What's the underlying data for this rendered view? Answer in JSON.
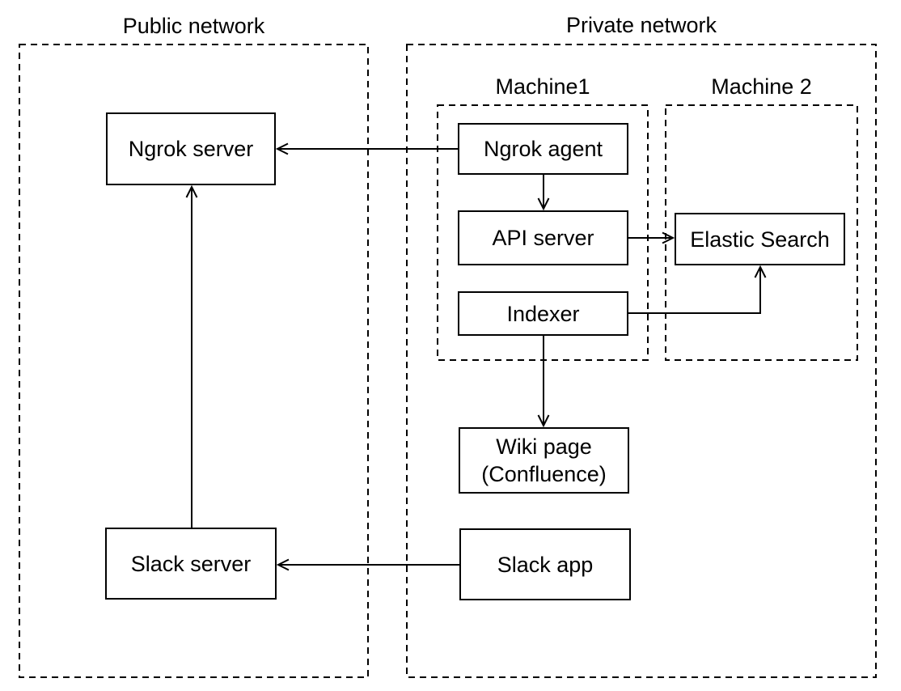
{
  "diagram": {
    "background_color": "#ffffff",
    "line_color": "#000000",
    "groups": {
      "public_network": {
        "label": "Public network"
      },
      "private_network": {
        "label": "Private network"
      },
      "machine1": {
        "label": "Machine1"
      },
      "machine2": {
        "label": "Machine 2"
      }
    },
    "nodes": {
      "ngrok_server": {
        "label": "Ngrok server",
        "group": "Public network"
      },
      "slack_server": {
        "label": "Slack server",
        "group": "Public network"
      },
      "ngrok_agent": {
        "label": "Ngrok agent",
        "group": "Machine1"
      },
      "api_server": {
        "label": "API server",
        "group": "Machine1"
      },
      "indexer": {
        "label": "Indexer",
        "group": "Machine1"
      },
      "elastic_search": {
        "label": "Elastic Search",
        "group": "Machine 2"
      },
      "wiki_page": {
        "label_line1": "Wiki page",
        "label_line2": "(Confluence)",
        "group": "Private network"
      },
      "slack_app": {
        "label": "Slack app",
        "group": "Private network"
      }
    },
    "edges": [
      {
        "from": "ngrok_agent",
        "to": "ngrok_server",
        "style": "open-arrow"
      },
      {
        "from": "ngrok_agent",
        "to": "api_server",
        "style": "open-arrow"
      },
      {
        "from": "api_server",
        "to": "elastic_search",
        "style": "open-arrow"
      },
      {
        "from": "indexer",
        "to": "elastic_search",
        "style": "open-arrow-elbow"
      },
      {
        "from": "indexer",
        "to": "wiki_page",
        "style": "open-arrow"
      },
      {
        "from": "slack_app",
        "to": "slack_server",
        "style": "open-arrow"
      },
      {
        "from": "slack_server",
        "to": "ngrok_server",
        "style": "open-arrow"
      }
    ]
  }
}
